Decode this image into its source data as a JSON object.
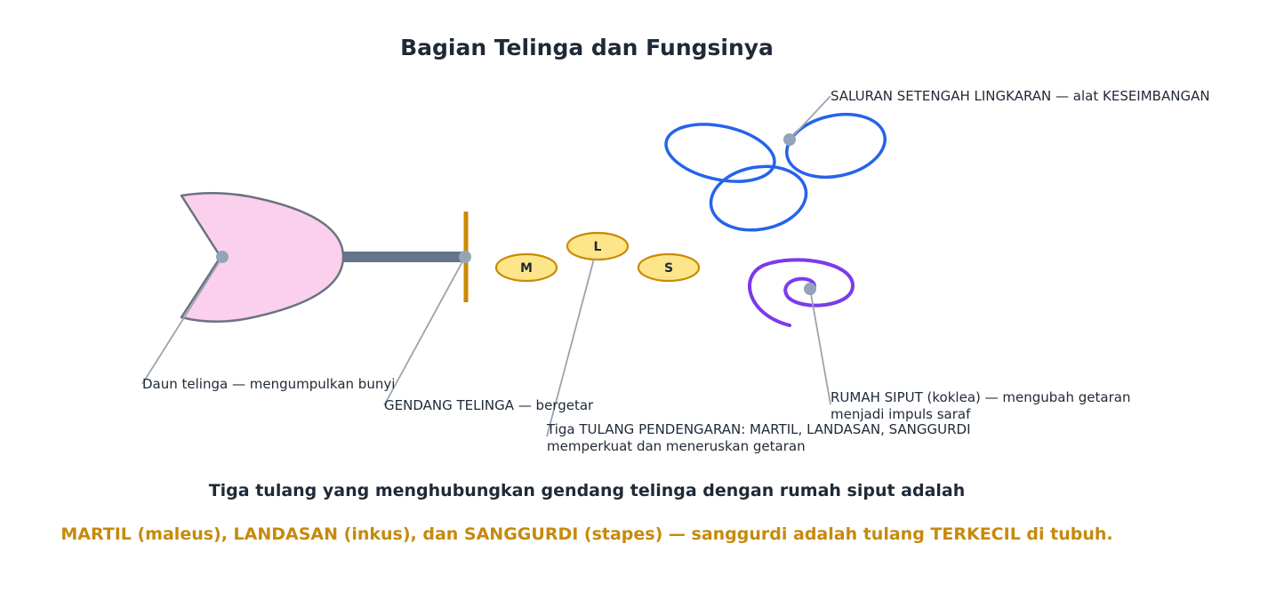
{
  "title": "Bagian Telinga dan Fungsinya",
  "colors": {
    "pinna_fill": "#fbd0ec",
    "pinna_stroke": "#6b7280",
    "canal": "#64748b",
    "eardrum": "#ca8a04",
    "ossicle_fill": "#fde68a",
    "ossicle_stroke": "#ca8a04",
    "semicircular": "#2563eb",
    "cochlea": "#7c3aed",
    "leader": "#9ca3af",
    "anchor": "#94a3b8",
    "text": "#1f2937",
    "highlight": "#c68a0c"
  },
  "ossicles": {
    "martil": "M",
    "landasan": "L",
    "sanggurdi": "S"
  },
  "labels": {
    "pinna": "Daun telinga — mengumpulkan bunyi",
    "eardrum": "GENDANG TELINGA — bergetar",
    "ossicles_line1": "Tiga TULANG PENDENGARAN: MARTIL, LANDASAN, SANGGURDI",
    "ossicles_line2": "memperkuat dan meneruskan getaran",
    "semicircular": "SALURAN SETENGAH LINGKARAN — alat KESEIMBANGAN",
    "cochlea_line1": "RUMAH SIPUT (koklea) — mengubah getaran",
    "cochlea_line2": "menjadi impuls saraf"
  },
  "summary": {
    "line1": "Tiga tulang yang menghubungkan gendang telinga dengan rumah siput adalah",
    "line2": "MARTIL (maleus), LANDASAN (inkus), dan SANGGURDI (stapes) — sanggurdi adalah tulang TERKECIL di tubuh."
  }
}
